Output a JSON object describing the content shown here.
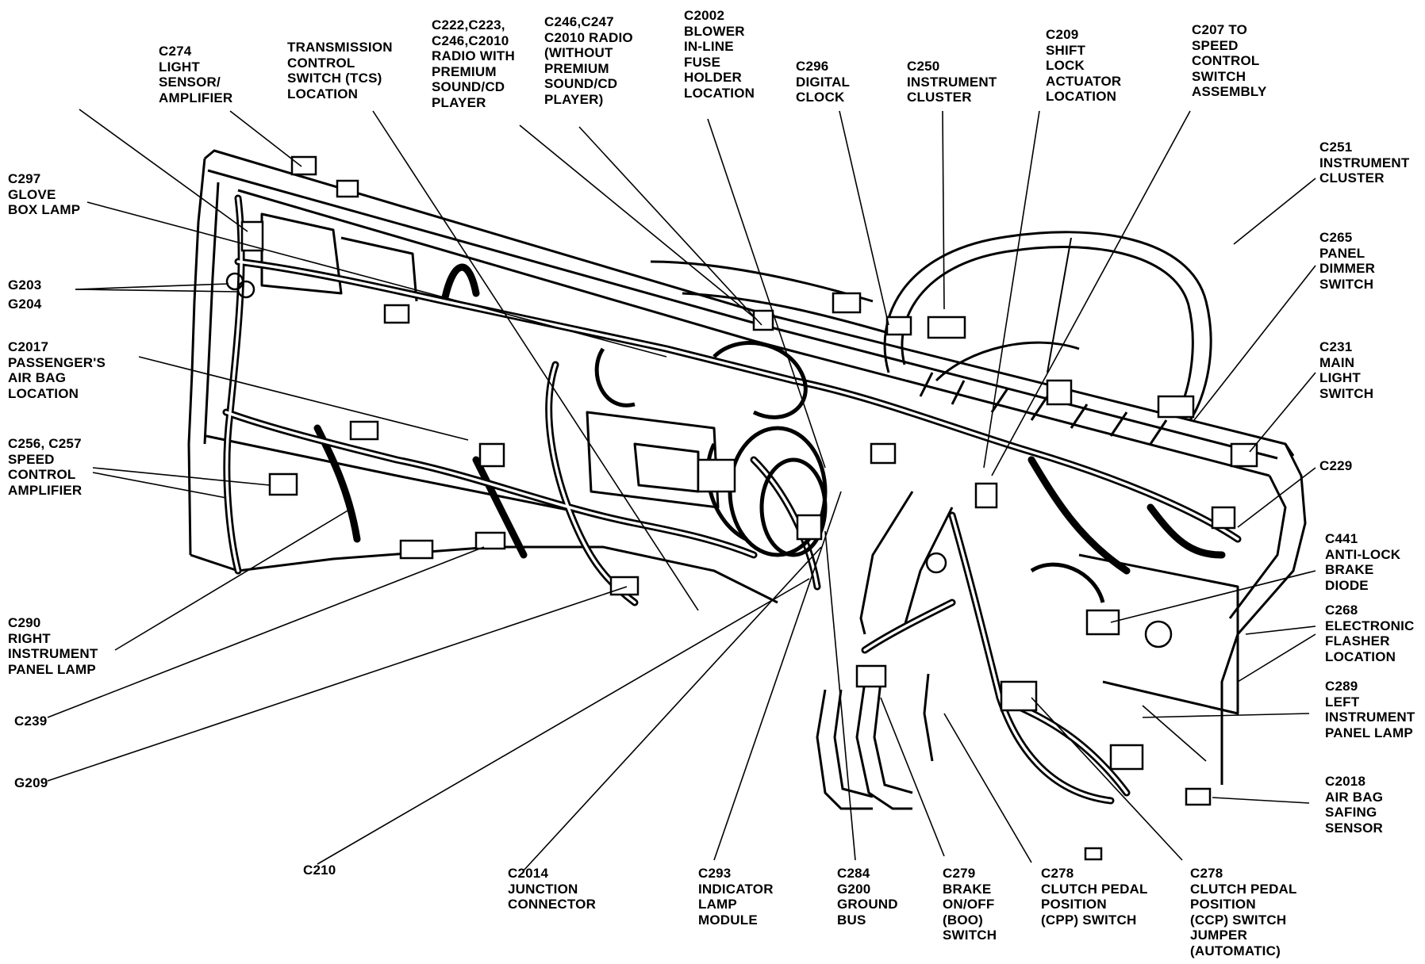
{
  "labels": [
    {
      "id": "c274",
      "text": "C274\nLIGHT\nSENSOR/\nAMPLIFIER"
    },
    {
      "id": "tcs",
      "text": "TRANSMISSION\nCONTROL\nSWITCH (TCS)\nLOCATION"
    },
    {
      "id": "c222",
      "text": "C222,C223,\nC246,C2010\nRADIO WITH\nPREMIUM\nSOUND/CD\nPLAYER"
    },
    {
      "id": "c246",
      "text": "C246,C247\nC2010 RADIO\n(WITHOUT\nPREMIUM\nSOUND/CD\nPLAYER)"
    },
    {
      "id": "c2002",
      "text": "C2002\nBLOWER\nIN-LINE\nFUSE\nHOLDER\nLOCATION"
    },
    {
      "id": "c296",
      "text": "C296\nDIGITAL\nCLOCK"
    },
    {
      "id": "c250",
      "text": "C250\nINSTRUMENT\nCLUSTER"
    },
    {
      "id": "c209",
      "text": "C209\nSHIFT\nLOCK\nACTUATOR\nLOCATION"
    },
    {
      "id": "c207",
      "text": "C207 TO\nSPEED\nCONTROL\nSWITCH\nASSEMBLY"
    },
    {
      "id": "c297",
      "text": "C297\nGLOVE\nBOX LAMP"
    },
    {
      "id": "g203",
      "text": "G203"
    },
    {
      "id": "g204",
      "text": "G204"
    },
    {
      "id": "c2017",
      "text": "C2017\nPASSENGER'S\nAIR BAG\nLOCATION"
    },
    {
      "id": "c256",
      "text": "C256, C257\nSPEED\nCONTROL\nAMPLIFIER"
    },
    {
      "id": "c290",
      "text": "C290\nRIGHT\nINSTRUMENT\nPANEL LAMP"
    },
    {
      "id": "c239",
      "text": "C239"
    },
    {
      "id": "g209",
      "text": "G209"
    },
    {
      "id": "c251",
      "text": "C251\nINSTRUMENT\nCLUSTER"
    },
    {
      "id": "c265",
      "text": "C265\nPANEL\nDIMMER\nSWITCH"
    },
    {
      "id": "c231",
      "text": "C231\nMAIN\nLIGHT\nSWITCH"
    },
    {
      "id": "c229",
      "text": "C229"
    },
    {
      "id": "c441",
      "text": "C441\nANTI-LOCK\nBRAKE\nDIODE"
    },
    {
      "id": "c268",
      "text": "C268\nELECTRONIC\nFLASHER\nLOCATION"
    },
    {
      "id": "c289",
      "text": "C289\nLEFT\nINSTRUMENT\nPANEL LAMP"
    },
    {
      "id": "c2018",
      "text": "C2018\nAIR BAG\nSAFING\nSENSOR"
    },
    {
      "id": "c210",
      "text": "C210"
    },
    {
      "id": "c2014",
      "text": "C2014\nJUNCTION\nCONNECTOR"
    },
    {
      "id": "c293",
      "text": "C293\nINDICATOR\nLAMP\nMODULE"
    },
    {
      "id": "c284",
      "text": "C284\nG200\nGROUND\nBUS"
    },
    {
      "id": "c279",
      "text": "C279\nBRAKE\nON/OFF\n(BOO)\nSWITCH"
    },
    {
      "id": "c278a",
      "text": "C278\nCLUTCH PEDAL\nPOSITION\n(CPP) SWITCH"
    },
    {
      "id": "c278b",
      "text": "C278\nCLUTCH PEDAL\nPOSITION\n(CCP) SWITCH\nJUMPER\n(AUTOMATIC)"
    }
  ]
}
